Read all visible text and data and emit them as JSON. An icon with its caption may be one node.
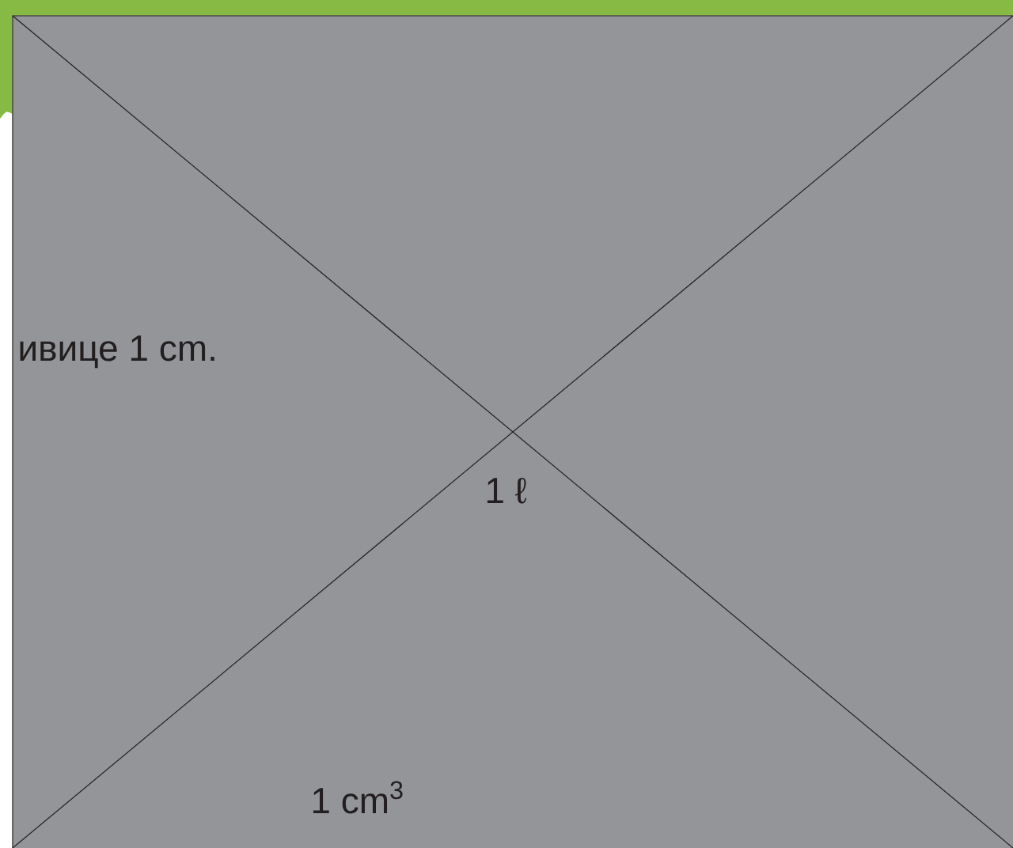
{
  "diagram": {
    "labels": [
      "ивице 1 cm.",
      "1 ℓ",
      "1 cm$^{3}$"
    ]
  }
}
